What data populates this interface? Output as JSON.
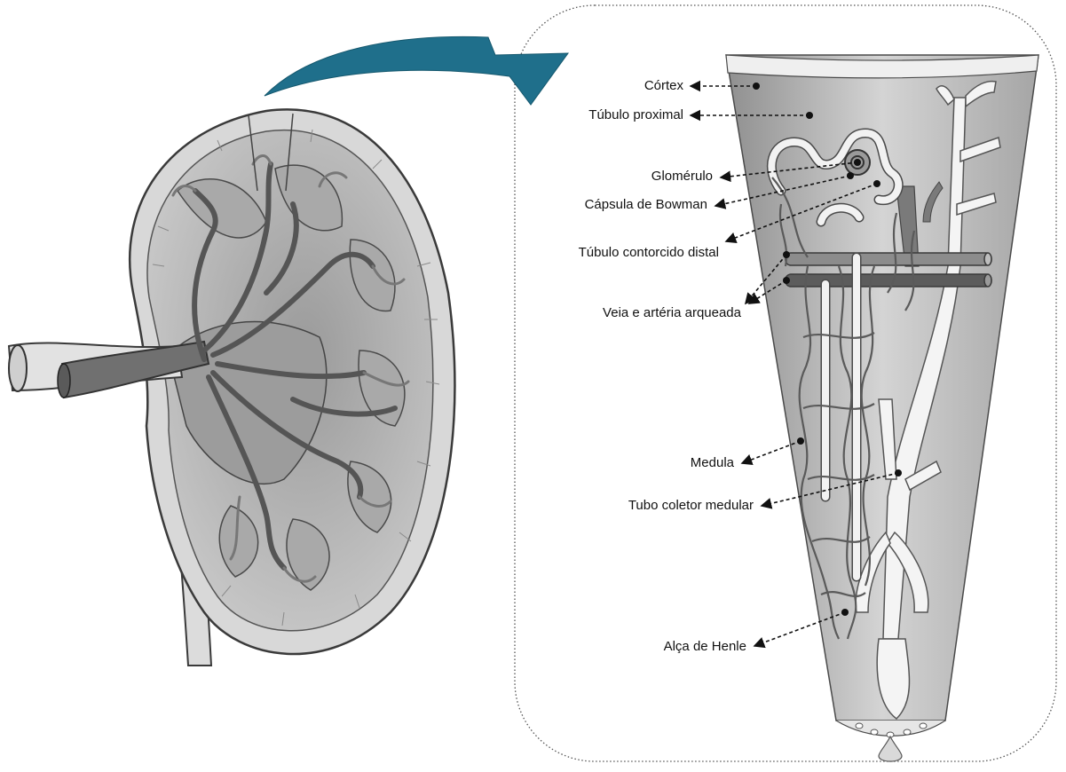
{
  "colors": {
    "arrow": "#1f6f8b",
    "tissue": "#b9b9b9",
    "outline": "#3a3a3a",
    "vessel": "#6f6f6f",
    "tubule": "#f2f2f2",
    "panel_border": "#555555"
  },
  "labels": {
    "cortex": "Córtex",
    "proximal_tubule": "Túbulo proximal",
    "glomerulus": "Glomérulo",
    "bowman_capsule": "Cápsula de Bowman",
    "distal_tubule": "Túbulo contorcido distal",
    "arcuate_vessels": "Veia e artéria arqueada",
    "medulla": "Medula",
    "medullary_collecting_duct": "Tubo coletor medular",
    "loop_of_henle": "Alça de Henle"
  }
}
